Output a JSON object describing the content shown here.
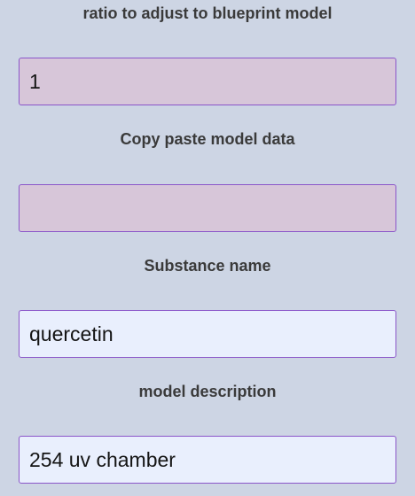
{
  "form": {
    "ratio": {
      "label": "ratio to adjust to blueprint model",
      "value": "1",
      "background": "#d7c6d9"
    },
    "paste": {
      "label": "Copy paste model data",
      "value": "",
      "background": "#d7c6d9"
    },
    "substance": {
      "label": "Substance name",
      "value": "quercetin",
      "background": "#e9effd"
    },
    "description": {
      "label": "model description",
      "value": "254 uv chamber",
      "background": "#e9effd"
    }
  },
  "colors": {
    "page_background": "#cdd5e4",
    "field_border": "#8a55c9",
    "label_text": "#3a3a3a"
  }
}
